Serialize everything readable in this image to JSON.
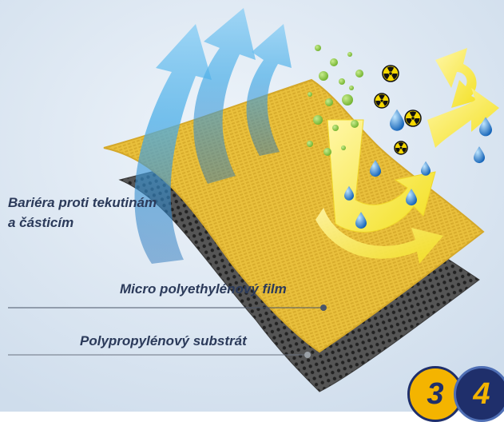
{
  "labels": {
    "barrier_line1": "Bariéra proti tekutinám",
    "barrier_line2": "a částicím",
    "film": "Micro polyethylénový film",
    "substrate": "Polypropylénový substrát"
  },
  "badges": [
    "3",
    "4"
  ],
  "colors": {
    "background": "#dbe6f2",
    "film": "#eac23f",
    "substrate": "#4a4a4a",
    "air_arrow": "#3ca3df",
    "liquid_arrow": "#f5e63a",
    "particles": "#8cc63f",
    "drops": "#1f77c9",
    "badge_fill": "#f4b400",
    "badge_ring": "#1f2f6b",
    "label_text": "#2b3a5a"
  },
  "icons": [
    "air-flow-arrow-icon",
    "radiation-hazard-icon",
    "water-drop-icon",
    "particle-dot-icon",
    "liquid-deflect-arrow-icon"
  ]
}
